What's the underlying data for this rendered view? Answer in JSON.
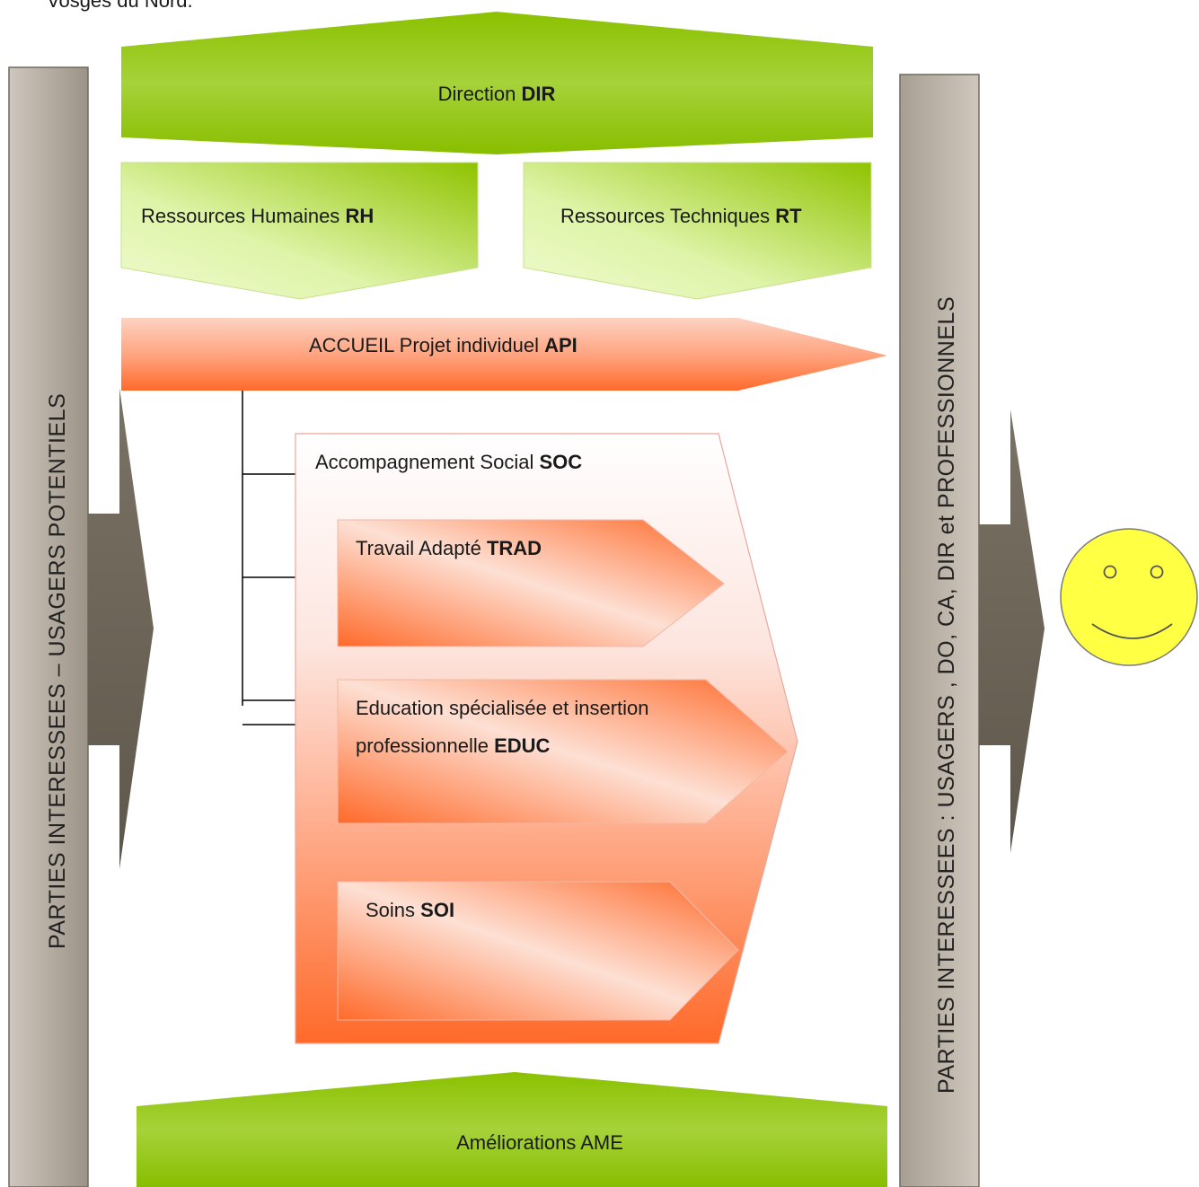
{
  "header_fragment": "Vosges du Nord.",
  "left_band": {
    "label": "PARTIES INTERESSEES – USAGERS POTENTIELS"
  },
  "right_band": {
    "label": "PARTIES INTERESSEES : USAGERS , DO,  CA, DIR et  PROFESSIONNELS"
  },
  "direction": {
    "text": "Direction ",
    "code": "DIR"
  },
  "rh": {
    "text": "Ressources Humaines ",
    "code": "RH"
  },
  "rt": {
    "text": "Ressources Techniques ",
    "code": "RT"
  },
  "api": {
    "text": "ACCUEIL Projet individuel ",
    "code": "API"
  },
  "soc": {
    "text": "Accompagnement Social ",
    "code": "SOC"
  },
  "trad": {
    "text": "Travail Adapté ",
    "code": "TRAD"
  },
  "educ": {
    "line1": "Education  spécialisée  et  insertion",
    "line2_text": "professionnelle ",
    "code": "EDUC"
  },
  "soi": {
    "text": "Soins  ",
    "code": "SOI"
  },
  "ame": {
    "text": "Améliorations AME"
  },
  "colors": {
    "green": "#8fc300",
    "light_green": "#b8e05a",
    "orange": "#ff6a2a",
    "pink": "#fbe0da",
    "taupe": "#6e6658",
    "taupe_light": "#c4bbb0",
    "smiley": "#ffff44"
  },
  "icons": [
    "smiley-face-icon"
  ]
}
